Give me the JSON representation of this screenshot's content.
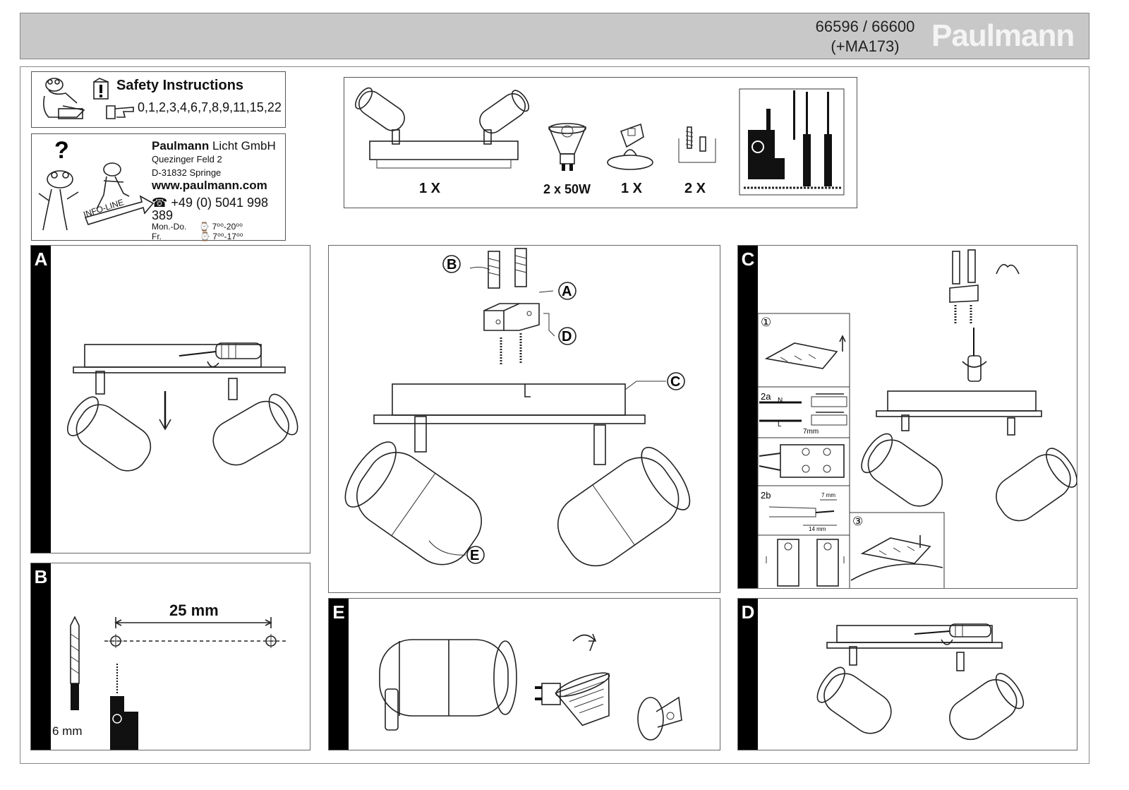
{
  "header": {
    "model_line1": "66596 / 66600",
    "model_line2": "(+MA173)",
    "brand": "Paulmann"
  },
  "safety": {
    "title": "Safety Instructions",
    "pages": "0,1,2,3,4,6,7,8,9,11,15,22"
  },
  "contact": {
    "company_bold": "Paulmann",
    "company_rest": " Licht GmbH",
    "street": "Quezinger Feld 2",
    "city": "D-31832 Springe",
    "website": "www.paulmann.com",
    "infoline_label": "INFO-LINE",
    "phone": "☎ +49 (0) 5041 998 389",
    "days1": "Mon.-Do.",
    "hours1": "⌚ 7⁰⁰-20⁰⁰",
    "days2": "Fr.",
    "hours2": "⌚ 7⁰⁰-17⁰⁰"
  },
  "contents": {
    "fixture_qty": "1 X",
    "bulb_qty": "2 x 50W",
    "bracket_qty": "1 X",
    "screws_qty": "2 X"
  },
  "panels": {
    "a": {
      "letter": "A"
    },
    "b": {
      "letter": "B",
      "spacing": "25 mm",
      "drill": "6 mm"
    },
    "c": {
      "letter": "C",
      "step1": "①",
      "step2a": "2a",
      "step2b": "2b",
      "step3": "③",
      "wire_n": "N",
      "wire_l": "L",
      "strip": "7mm",
      "strip2": "7 mm",
      "strip3": "14 mm"
    },
    "d": {
      "letter": "D"
    },
    "e": {
      "letter": "E"
    }
  },
  "callouts": {
    "a": "A",
    "b": "B",
    "c": "C",
    "d": "D",
    "e": "E"
  }
}
